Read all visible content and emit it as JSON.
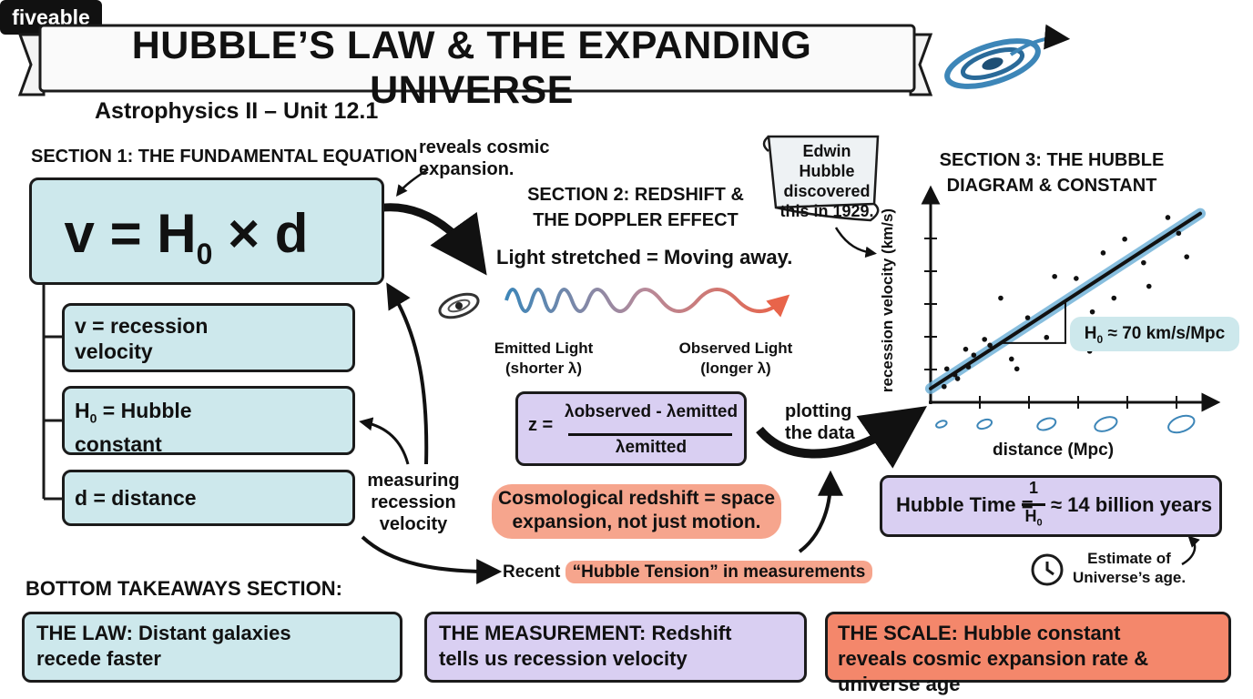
{
  "header": {
    "title": "HUBBLE’S LAW & THE EXPANDING UNIVERSE",
    "subtitle": "Astrophysics II – Unit 12.1",
    "logo": "fiveable",
    "icon": "spiral-galaxy-icon"
  },
  "section1": {
    "title": "SECTION 1: THE FUNDAMENTAL EQUATION",
    "equation": {
      "lhs": "v = H",
      "sub": "0",
      "rhs": " × d"
    },
    "annotation": "reveals cosmic expansion.",
    "variables": [
      {
        "pre": "v = recession velocity",
        "sub": "",
        "post": "",
        "icon": "trend-arrow-icon"
      },
      {
        "pre": "H",
        "sub": "0",
        "post": " = Hubble constant",
        "icon": "gauge-icon"
      },
      {
        "pre": "d = distance",
        "sub": "",
        "post": "",
        "icon": "ruler-icon"
      }
    ]
  },
  "section2": {
    "title": "SECTION 2: REDSHIFT & THE DOPPLER EFFECT",
    "tagline": "Light stretched = Moving away.",
    "emitted_label": "Emitted Light (shorter λ)",
    "observed_label": "Observed Light (longer λ)",
    "formula": {
      "lhs": "z =",
      "numerator": "λobserved - λemitted",
      "denominator": "λemitted"
    },
    "cosmological_note": "Cosmological redshift = space expansion, not just motion.",
    "measuring_label": "measuring recession velocity",
    "recent_prefix": "Recent ",
    "recent_highlight": "“Hubble Tension” in measurements",
    "plotting_label": "plotting the data",
    "colors": {
      "blue": "#3d86b8",
      "red": "#e8644a"
    }
  },
  "section3": {
    "title": "SECTION 3: THE HUBBLE DIAGRAM & CONSTANT",
    "scroll_note": "Edwin Hubble discovered this in 1929.",
    "slope_label": {
      "pre": "H",
      "sub": "0",
      "post": " ≈ 70 km/s/Mpc"
    },
    "hubble_time": {
      "label": "Hubble Time =",
      "numerator": "1",
      "denominator_pre": "H",
      "denominator_sub": "0",
      "result": "≈ 14 billion years"
    },
    "estimate_note": "Estimate of Universe’s age."
  },
  "chart_data": {
    "type": "scatter",
    "title": "",
    "xlabel": "distance (Mpc)",
    "ylabel": "recession velocity (km/s)",
    "xlim": [
      0,
      10
    ],
    "ylim": [
      0,
      10
    ],
    "grid": false,
    "legend": "none",
    "series": [
      {
        "x": [
          0.5,
          0.6,
          0.9,
          1.0,
          1.3,
          1.4,
          1.6,
          2.0,
          2.2,
          2.6,
          3.0,
          3.2,
          3.6,
          4.3,
          4.6,
          5.4,
          5.5,
          5.9,
          6.0,
          6.4,
          6.8,
          7.2,
          7.9,
          8.1,
          8.8,
          9.2,
          9.5
        ],
        "y": [
          0.8,
          1.7,
          1.4,
          1.2,
          2.7,
          1.8,
          2.4,
          3.2,
          2.9,
          5.3,
          2.2,
          1.7,
          4.3,
          3.3,
          6.4,
          6.3,
          2.9,
          2.6,
          4.6,
          7.6,
          5.3,
          8.3,
          7.1,
          5.9,
          9.4,
          8.6,
          7.4
        ]
      }
    ],
    "fit_line": {
      "x": [
        0,
        10
      ],
      "y": [
        0.7,
        9.6
      ]
    }
  },
  "takeaways": {
    "title": "BOTTOM TAKEAWAYS SECTION:",
    "items": [
      {
        "head": "THE LAW:",
        "text": " Distant galaxies recede faster",
        "icon": "expanding-galaxies-icon"
      },
      {
        "head": "THE MEASUREMENT:",
        "text": " Redshift tells us recession velocity",
        "icon": "wave-icon"
      },
      {
        "head": "THE SCALE:",
        "text": " Hubble constant reveals cosmic expansion rate & universe age",
        "icon": "clock-icon"
      }
    ]
  }
}
